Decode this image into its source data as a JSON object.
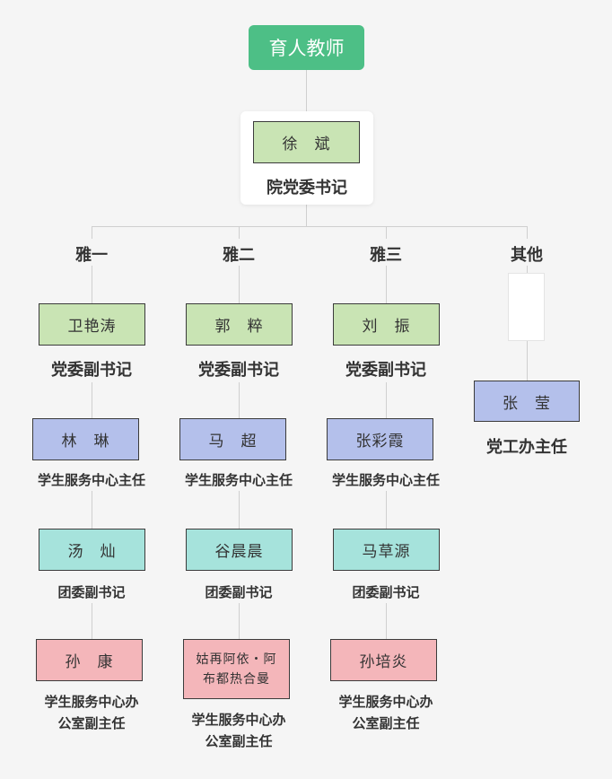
{
  "root": "育人教师",
  "top": {
    "name": "徐　斌",
    "role": "院党委书记"
  },
  "columns": [
    {
      "header": "雅一",
      "nodes": [
        {
          "name": "卫艳涛",
          "role": "党委副书记"
        },
        {
          "name": "林　琳",
          "role": "学生服务中心主任"
        },
        {
          "name": "汤　灿",
          "role": "团委副书记"
        },
        {
          "name": "孙　康",
          "role_lines": [
            "学生服务中心办",
            "公室副主任"
          ]
        }
      ]
    },
    {
      "header": "雅二",
      "nodes": [
        {
          "name": "郭　粹",
          "role": "党委副书记"
        },
        {
          "name": "马　超",
          "role": "学生服务中心主任"
        },
        {
          "name": "谷晨晨",
          "role": "团委副书记"
        },
        {
          "name_lines": [
            "姑再阿依・阿",
            "布都热合曼"
          ],
          "role_lines": [
            "学生服务中心办",
            "公室副主任"
          ]
        }
      ]
    },
    {
      "header": "雅三",
      "nodes": [
        {
          "name": "刘　振",
          "role": "党委副书记"
        },
        {
          "name": "张彩霞",
          "role": "学生服务中心主任"
        },
        {
          "name": "马草源",
          "role": "团委副书记"
        },
        {
          "name": "孙培炎",
          "role_lines": [
            "学生服务中心办",
            "公室副主任"
          ]
        }
      ]
    },
    {
      "header": "其他",
      "nodes": [
        {
          "name": "张　莹",
          "role": "党工办主任"
        }
      ]
    }
  ],
  "colors": {
    "root": "#4dbf86",
    "green": "#c9e4b4",
    "blue": "#b4c0eb",
    "cyan": "#a6e3dc",
    "pink": "#f4b6ba",
    "line": "#cfcfcf"
  }
}
